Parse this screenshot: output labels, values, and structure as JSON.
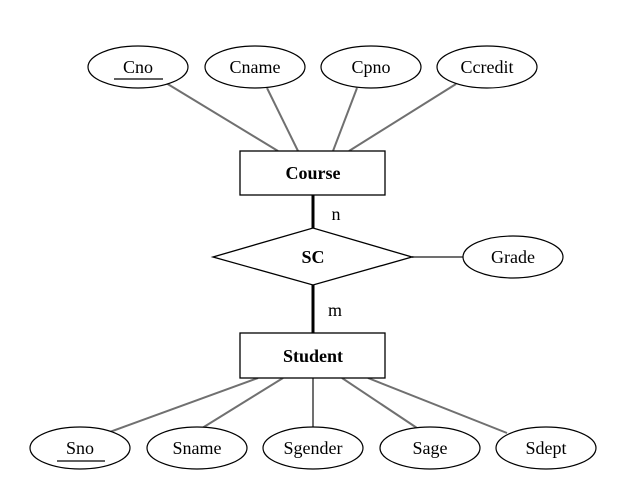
{
  "diagram": {
    "type": "er-diagram",
    "entities": [
      {
        "id": "course",
        "label": "Course"
      },
      {
        "id": "student",
        "label": "Student"
      }
    ],
    "relationship": {
      "id": "sc",
      "label": "SC"
    },
    "cardinality": {
      "course_side": "n",
      "student_side": "m"
    },
    "course_attributes": [
      {
        "label": "Cno",
        "key": true
      },
      {
        "label": "Cname",
        "key": false
      },
      {
        "label": "Cpno",
        "key": false
      },
      {
        "label": "Ccredit",
        "key": false
      }
    ],
    "relationship_attributes": [
      {
        "label": "Grade",
        "key": false
      }
    ],
    "student_attributes": [
      {
        "label": "Sno",
        "key": true
      },
      {
        "label": "Sname",
        "key": false
      },
      {
        "label": "Sgender",
        "key": false
      },
      {
        "label": "Sage",
        "key": false
      },
      {
        "label": "Sdept",
        "key": false
      }
    ]
  }
}
